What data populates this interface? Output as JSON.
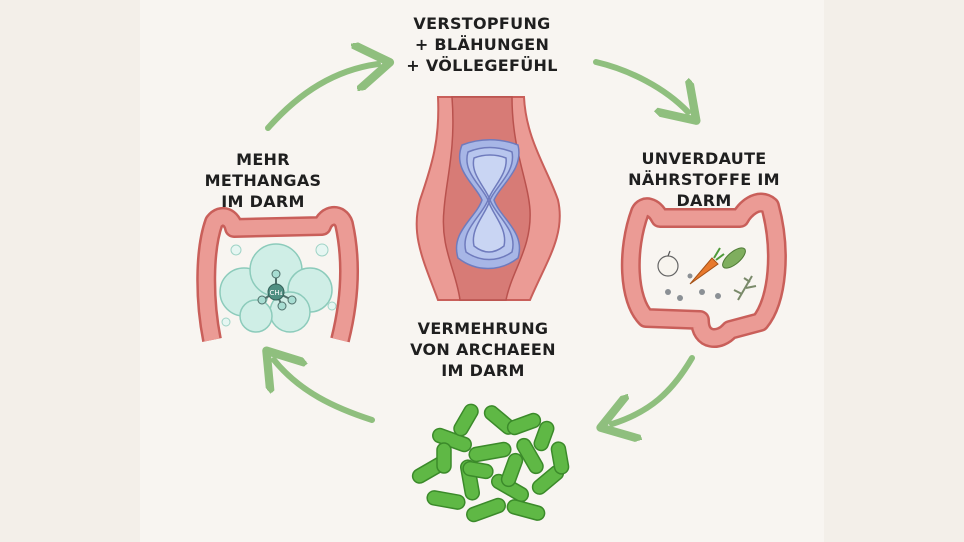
{
  "cycle": {
    "top": {
      "lines": [
        "VERSTOPFUNG",
        "+ BLÄHUNGEN",
        "+ VÖLLEGEFÜHL"
      ],
      "icon": "constricted-intestine"
    },
    "right": {
      "lines": [
        "UNVERDAUTE",
        "NÄHRSTOFFE IM",
        "DARM"
      ],
      "icon": "colon-with-food"
    },
    "bottom": {
      "lines": [
        "VERMEHRUNG",
        "VON ARCHAEEN",
        "IM DARM"
      ],
      "icon": "archaea-cluster"
    },
    "left": {
      "lines": [
        "MEHR",
        "METHANGAS",
        "IM DARM"
      ],
      "icon": "colon-with-methane"
    },
    "methane_formula": "CH₄"
  },
  "colors": {
    "arrow": "#8fbf7e",
    "intestine": "#eb9b95",
    "intestine_dark": "#c95f5a",
    "archaea": "#5fb845",
    "gas": "#cfeee6",
    "background": "#f3efe9"
  }
}
